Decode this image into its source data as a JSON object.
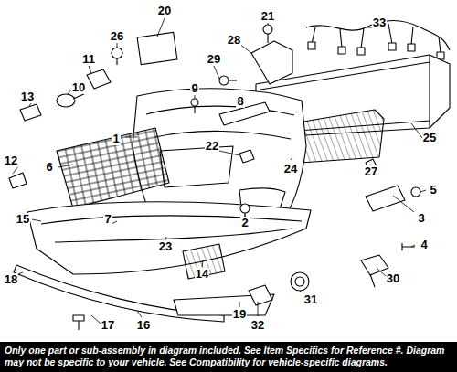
{
  "diagram": {
    "nodes": [
      {
        "text": [
          "Only one part or sub-assembly in diagram included. See Item Specifics for Reference #. Diagram may not be specific to your vehicle. See Compatibility for vehicle-specific diagrams."
        ]
      }
    ],
    "labels": [
      "20",
      "26",
      "21",
      "28",
      "33",
      "11",
      "29",
      "9",
      "10",
      "8",
      "13",
      "22",
      "1",
      "25",
      "12",
      "6",
      "24",
      "27",
      "5",
      "15",
      "7",
      "2",
      "3",
      "23",
      "4",
      "30",
      "14",
      "31",
      "18",
      "17",
      "16",
      "19",
      "32"
    ]
  }
}
